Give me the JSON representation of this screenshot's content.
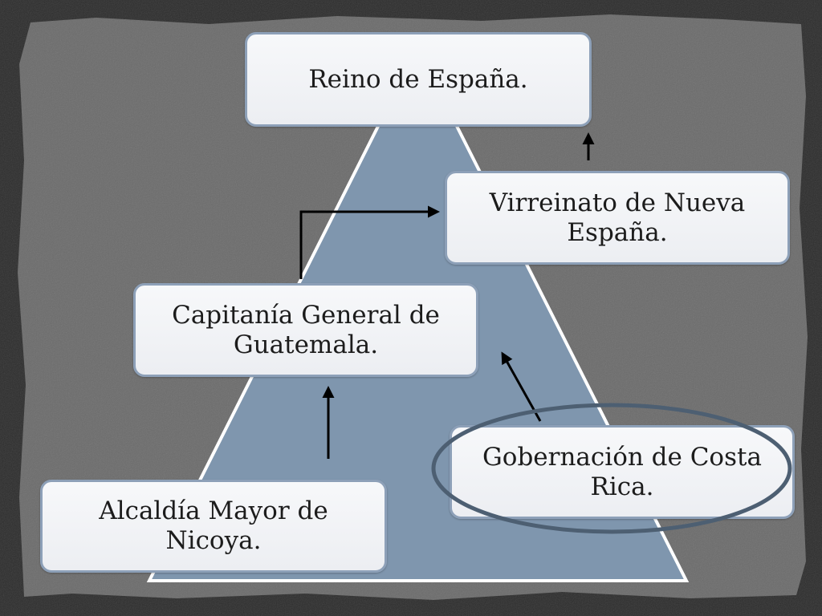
{
  "nodes": {
    "reino": "Reino de España.",
    "virreinato": "Virreinato de Nueva España.",
    "capitania": "Capitanía General de Guatemala.",
    "gobernacion": "Gobernación de Costa Rica.",
    "alcaldia": "Alcaldía Mayor de Nicoya."
  },
  "colors": {
    "pyramid_fill": "#7f96ae",
    "pyramid_outline": "#ffffff",
    "node_border": "#8da0b8",
    "highlight_ellipse": "#4d5f72",
    "arrow": "#000000"
  }
}
